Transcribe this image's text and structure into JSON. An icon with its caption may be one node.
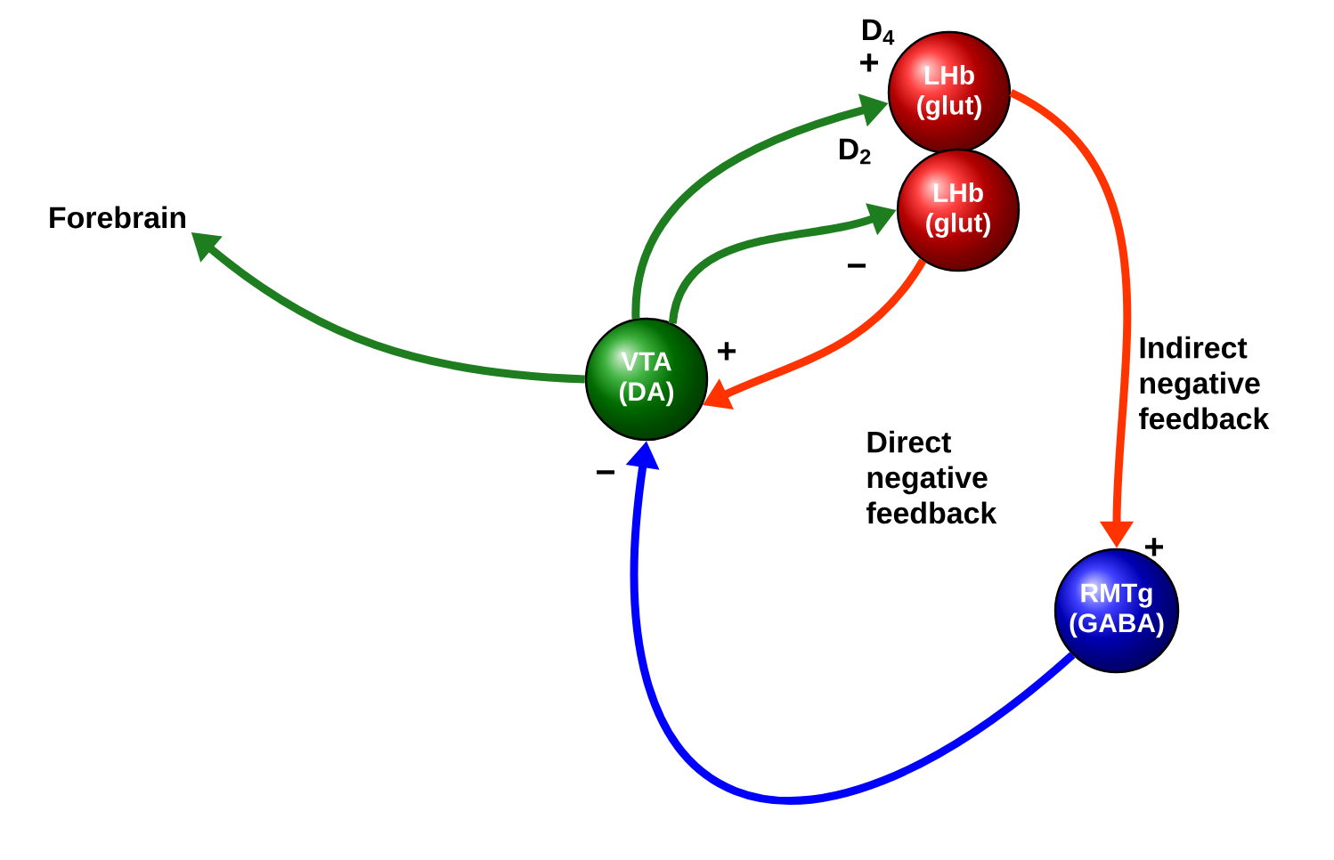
{
  "diagram": {
    "nodes": [
      {
        "text": [
          "Forebrain"
        ]
      },
      {
        "text": [
          "LHb (glut)"
        ]
      },
      {
        "text": [
          "LHb (glut)"
        ]
      },
      {
        "text": [
          "VTA (DA)"
        ]
      },
      {
        "text": [
          "RMTg (GABA)"
        ]
      }
    ],
    "edges": [
      {
        "from": 3,
        "to": 0,
        "arrow": "to"
      },
      {
        "from": 3,
        "to": 1,
        "arrow": "to"
      },
      {
        "from": 3,
        "to": 2,
        "arrow": "to"
      },
      {
        "from": 2,
        "to": 3,
        "arrow": "to",
        "color": "#ff3300"
      },
      {
        "from": 1,
        "to": 4,
        "arrow": "to",
        "color": "#ff3300"
      },
      {
        "from": 4,
        "to": 3,
        "arrow": "to",
        "color": "#0000ff"
      }
    ],
    "labels": [
      "D$_{4}$",
      "+",
      "D$_{2}$",
      "−",
      "+",
      "Indirect negative feedback",
      "Direct negative feedback",
      "−",
      "+"
    ]
  }
}
